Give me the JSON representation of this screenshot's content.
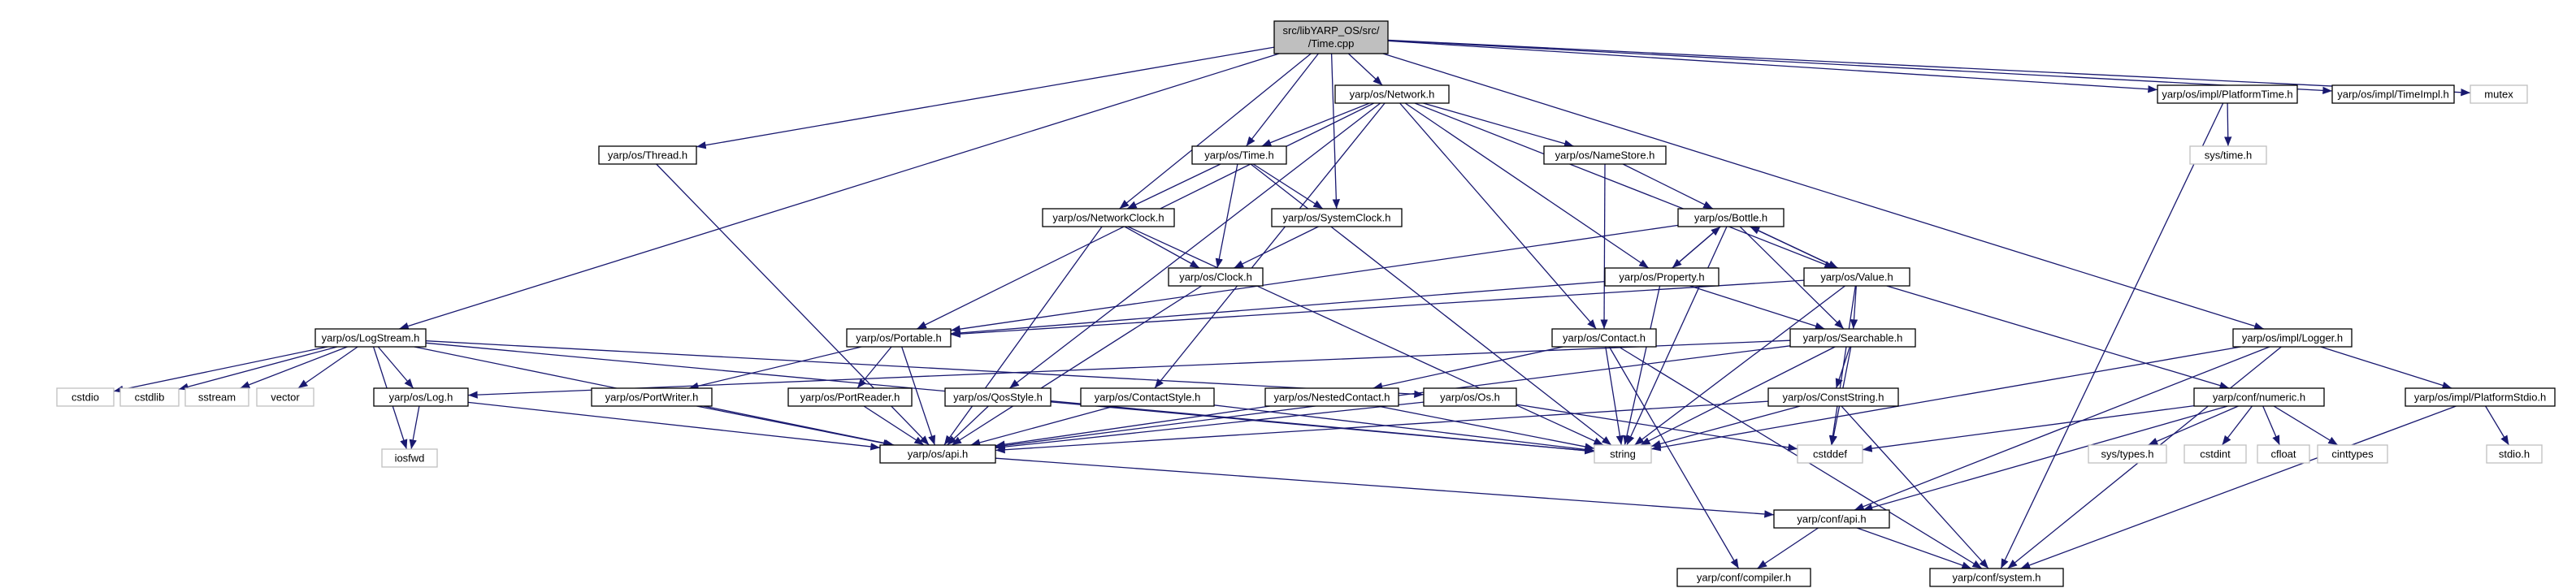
{
  "diagram": {
    "root": "src/libYARP_OS/src/Time.cpp",
    "root_lines": [
      "src/libYARP_OS/src/",
      "/Time.cpp"
    ],
    "nodes": {
      "root": "src/libYARP_OS/src/Time.cpp",
      "network": "yarp/os/Network.h",
      "impl_platformtime": "yarp/os/impl/PlatformTime.h",
      "impl_timeimpl": "yarp/os/impl/TimeImpl.h",
      "mutex": "mutex",
      "thread": "yarp/os/Thread.h",
      "time": "yarp/os/Time.h",
      "namestore": "yarp/os/NameStore.h",
      "sys_time": "sys/time.h",
      "networkclock": "yarp/os/NetworkClock.h",
      "systemclock": "yarp/os/SystemClock.h",
      "bottle": "yarp/os/Bottle.h",
      "clock": "yarp/os/Clock.h",
      "property": "yarp/os/Property.h",
      "value": "yarp/os/Value.h",
      "logstream": "yarp/os/LogStream.h",
      "portable": "yarp/os/Portable.h",
      "contact": "yarp/os/Contact.h",
      "searchable": "yarp/os/Searchable.h",
      "impl_logger": "yarp/os/impl/Logger.h",
      "cstdio": "cstdio",
      "cstdlib": "cstdlib",
      "sstream": "sstream",
      "vector": "vector",
      "log": "yarp/os/Log.h",
      "portwriter": "yarp/os/PortWriter.h",
      "portreader": "yarp/os/PortReader.h",
      "qosstyle": "yarp/os/QosStyle.h",
      "contactstyle": "yarp/os/ContactStyle.h",
      "nestedcontact": "yarp/os/NestedContact.h",
      "os": "yarp/os/Os.h",
      "conststring": "yarp/os/ConstString.h",
      "conf_numeric": "yarp/conf/numeric.h",
      "impl_platformstdio": "yarp/os/impl/PlatformStdio.h",
      "iosfwd": "iosfwd",
      "api": "yarp/os/api.h",
      "string": "string",
      "cstddef": "cstddef",
      "sys_types": "sys/types.h",
      "cstdint": "cstdint",
      "cfloat": "cfloat",
      "cinttypes": "cinttypes",
      "stdio": "stdio.h",
      "conf_api": "yarp/conf/api.h",
      "conf_compiler": "yarp/conf/compiler.h",
      "conf_system": "yarp/conf/system.h"
    },
    "colors": {
      "edge": "#191970",
      "root_fill": "#bfbfbf",
      "system_border": "#bfbfbf",
      "node_border": "#000000"
    }
  }
}
